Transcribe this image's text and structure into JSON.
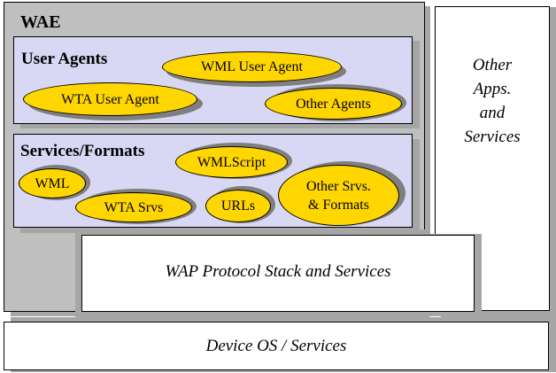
{
  "wae": {
    "title": "WAE",
    "user_agents": {
      "title": "User Agents",
      "agents": [
        "WML User Agent",
        "WTA User Agent",
        "Other Agents"
      ]
    },
    "services_formats": {
      "title": "Services/Formats",
      "items": [
        "WMLScript",
        "WML",
        "WTA Srvs",
        "URLs",
        "Other Srvs.\n& Formats"
      ]
    }
  },
  "other_apps": "Other\nApps.\nand\nServices",
  "wap_stack": "WAP Protocol Stack and Services",
  "device_os": "Device OS / Services",
  "colors": {
    "oval_fill": "#ffd600",
    "inner_box_fill": "#d8d8f4",
    "wae_fill": "#bfbfbf",
    "shadow": "#a6a6a6"
  }
}
